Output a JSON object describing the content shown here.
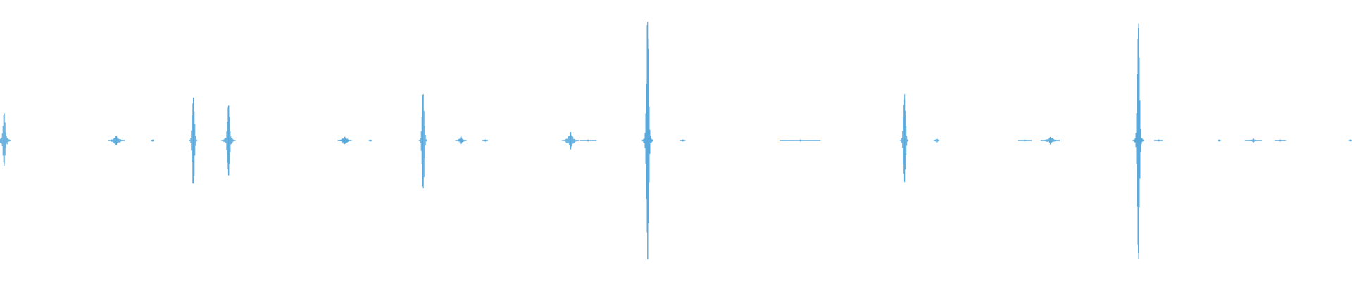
{
  "colors": {
    "background": "#ffffff",
    "waveform": "#5aa9dc"
  },
  "waveform": {
    "amplitude_range": [
      -1,
      1
    ],
    "duration_fraction_axis": [
      0,
      1
    ],
    "bursts": [
      {
        "t": 0.003,
        "peak_up": 0.28,
        "peak_down": 0.28,
        "width": 0.01,
        "body": 0.06
      },
      {
        "t": 0.086,
        "peak_up": 0.05,
        "peak_down": 0.05,
        "width": 0.012,
        "body": 0.03
      },
      {
        "t": 0.113,
        "peak_up": 0.01,
        "peak_down": 0.01,
        "width": 0.002,
        "body": 0.005
      },
      {
        "t": 0.143,
        "peak_up": 0.47,
        "peak_down": 0.47,
        "width": 0.006,
        "body": 0.04
      },
      {
        "t": 0.169,
        "peak_up": 0.38,
        "peak_down": 0.38,
        "width": 0.01,
        "body": 0.05
      },
      {
        "t": 0.255,
        "peak_up": 0.04,
        "peak_down": 0.04,
        "width": 0.01,
        "body": 0.03
      },
      {
        "t": 0.274,
        "peak_up": 0.01,
        "peak_down": 0.01,
        "width": 0.002,
        "body": 0.005
      },
      {
        "t": 0.313,
        "peak_up": 0.5,
        "peak_down": 0.5,
        "width": 0.006,
        "body": 0.05
      },
      {
        "t": 0.341,
        "peak_up": 0.04,
        "peak_down": 0.04,
        "width": 0.008,
        "body": 0.02
      },
      {
        "t": 0.359,
        "peak_up": 0.01,
        "peak_down": 0.01,
        "width": 0.004,
        "body": 0.005
      },
      {
        "t": 0.422,
        "peak_up": 0.09,
        "peak_down": 0.09,
        "width": 0.012,
        "body": 0.04
      },
      {
        "t": 0.435,
        "peak_up": 0.01,
        "peak_down": 0.01,
        "width": 0.012,
        "body": 0.005
      },
      {
        "t": 0.479,
        "peak_up": 1.3,
        "peak_down": 1.3,
        "width": 0.008,
        "body": 0.1
      },
      {
        "t": 0.505,
        "peak_up": 0.01,
        "peak_down": 0.01,
        "width": 0.004,
        "body": 0.005
      },
      {
        "t": 0.592,
        "peak_up": 0.01,
        "peak_down": 0.01,
        "width": 0.03,
        "body": 0.004
      },
      {
        "t": 0.669,
        "peak_up": 0.45,
        "peak_down": 0.45,
        "width": 0.006,
        "body": 0.05
      },
      {
        "t": 0.693,
        "peak_up": 0.02,
        "peak_down": 0.02,
        "width": 0.004,
        "body": 0.01
      },
      {
        "t": 0.758,
        "peak_up": 0.01,
        "peak_down": 0.01,
        "width": 0.01,
        "body": 0.005
      },
      {
        "t": 0.777,
        "peak_up": 0.04,
        "peak_down": 0.04,
        "width": 0.014,
        "body": 0.02
      },
      {
        "t": 0.842,
        "peak_up": 1.23,
        "peak_down": 1.23,
        "width": 0.008,
        "body": 0.08
      },
      {
        "t": 0.857,
        "peak_up": 0.01,
        "peak_down": 0.01,
        "width": 0.006,
        "body": 0.005
      },
      {
        "t": 0.902,
        "peak_up": 0.01,
        "peak_down": 0.01,
        "width": 0.002,
        "body": 0.005
      },
      {
        "t": 0.927,
        "peak_up": 0.02,
        "peak_down": 0.02,
        "width": 0.012,
        "body": 0.01
      },
      {
        "t": 0.947,
        "peak_up": 0.01,
        "peak_down": 0.01,
        "width": 0.008,
        "body": 0.005
      },
      {
        "t": 0.999,
        "peak_up": 0.01,
        "peak_down": 0.01,
        "width": 0.002,
        "body": 0.005
      }
    ]
  }
}
